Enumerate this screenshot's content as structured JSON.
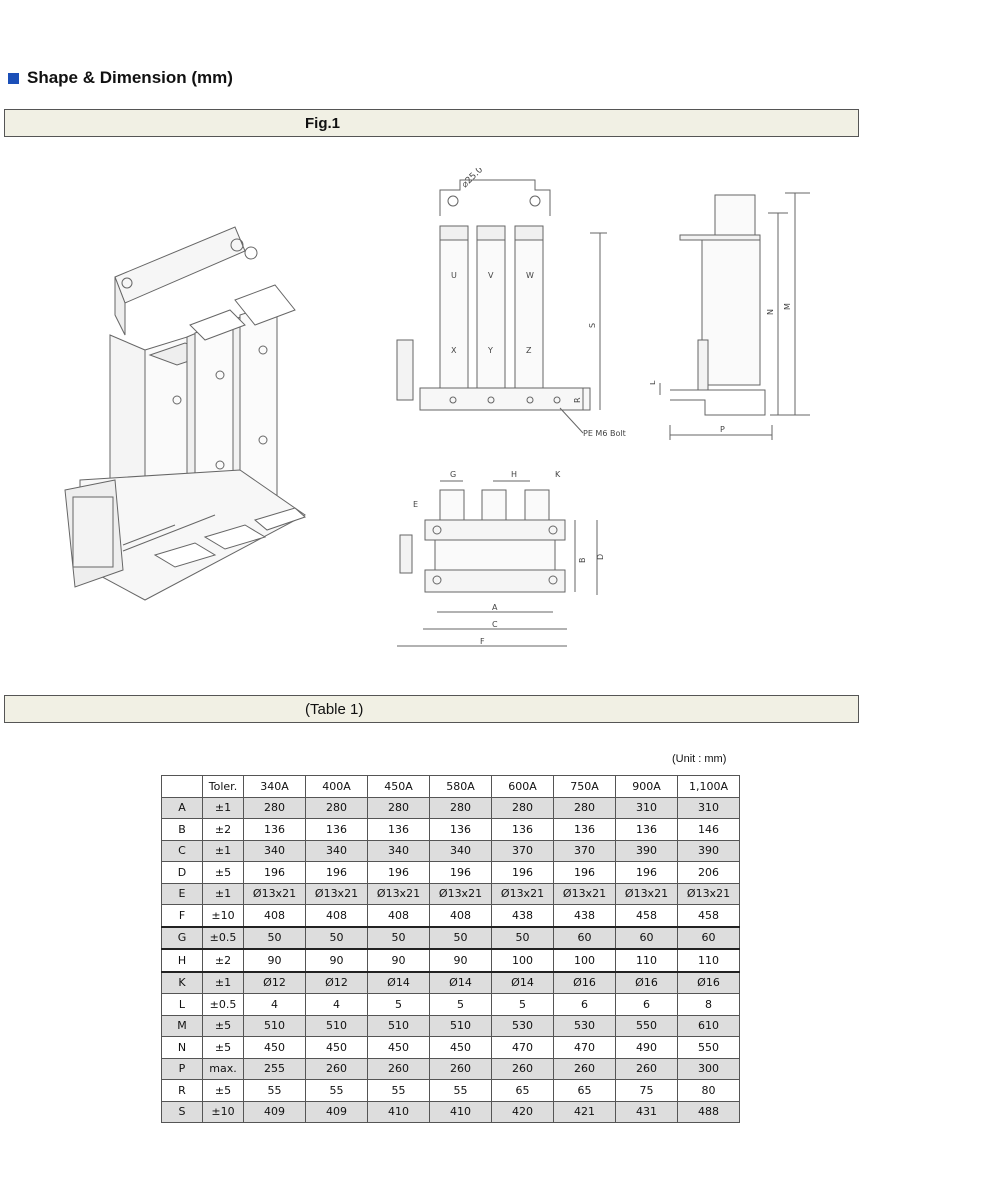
{
  "section": {
    "title": "Shape & Dimension (mm)"
  },
  "fig": {
    "title": "Fig.1",
    "labels": {
      "dia": "⌀25.0",
      "u": "U",
      "v": "V",
      "w": "W",
      "x": "X",
      "y": "Y",
      "z": "Z",
      "s": "S",
      "r": "R",
      "pe": "PE M6 Bolt",
      "n": "N",
      "m": "M",
      "l": "L",
      "p": "P",
      "g": "G",
      "h": "H",
      "k": "K",
      "e": "E",
      "a": "A",
      "b": "B",
      "c": "C",
      "d": "D",
      "f": "F"
    }
  },
  "table": {
    "title": "(Table 1)",
    "unit": "(Unit : mm)",
    "header": [
      "",
      "Toler.",
      "340A",
      "400A",
      "450A",
      "580A",
      "600A",
      "750A",
      "900A",
      "1,100A"
    ],
    "rows": [
      [
        "A",
        "±1",
        "280",
        "280",
        "280",
        "280",
        "280",
        "280",
        "310",
        "310"
      ],
      [
        "B",
        "±2",
        "136",
        "136",
        "136",
        "136",
        "136",
        "136",
        "136",
        "146"
      ],
      [
        "C",
        "±1",
        "340",
        "340",
        "340",
        "340",
        "370",
        "370",
        "390",
        "390"
      ],
      [
        "D",
        "±5",
        "196",
        "196",
        "196",
        "196",
        "196",
        "196",
        "196",
        "206"
      ],
      [
        "E",
        "±1",
        "Ø13x21",
        "Ø13x21",
        "Ø13x21",
        "Ø13x21",
        "Ø13x21",
        "Ø13x21",
        "Ø13x21",
        "Ø13x21"
      ],
      [
        "F",
        "±10",
        "408",
        "408",
        "408",
        "408",
        "438",
        "438",
        "458",
        "458"
      ],
      [
        "G",
        "±0.5",
        "50",
        "50",
        "50",
        "50",
        "50",
        "60",
        "60",
        "60"
      ],
      [
        "H",
        "±2",
        "90",
        "90",
        "90",
        "90",
        "100",
        "100",
        "110",
        "110"
      ],
      [
        "K",
        "±1",
        "Ø12",
        "Ø12",
        "Ø14",
        "Ø14",
        "Ø14",
        "Ø16",
        "Ø16",
        "Ø16"
      ],
      [
        "L",
        "±0.5",
        "4",
        "4",
        "5",
        "5",
        "5",
        "6",
        "6",
        "8"
      ],
      [
        "M",
        "±5",
        "510",
        "510",
        "510",
        "510",
        "530",
        "530",
        "550",
        "610"
      ],
      [
        "N",
        "±5",
        "450",
        "450",
        "450",
        "450",
        "470",
        "470",
        "490",
        "550"
      ],
      [
        "P",
        "max.",
        "255",
        "260",
        "260",
        "260",
        "260",
        "260",
        "260",
        "300"
      ],
      [
        "R",
        "±5",
        "55",
        "55",
        "55",
        "55",
        "65",
        "65",
        "75",
        "80"
      ],
      [
        "S",
        "±10",
        "409",
        "409",
        "410",
        "410",
        "420",
        "421",
        "431",
        "488"
      ]
    ]
  }
}
